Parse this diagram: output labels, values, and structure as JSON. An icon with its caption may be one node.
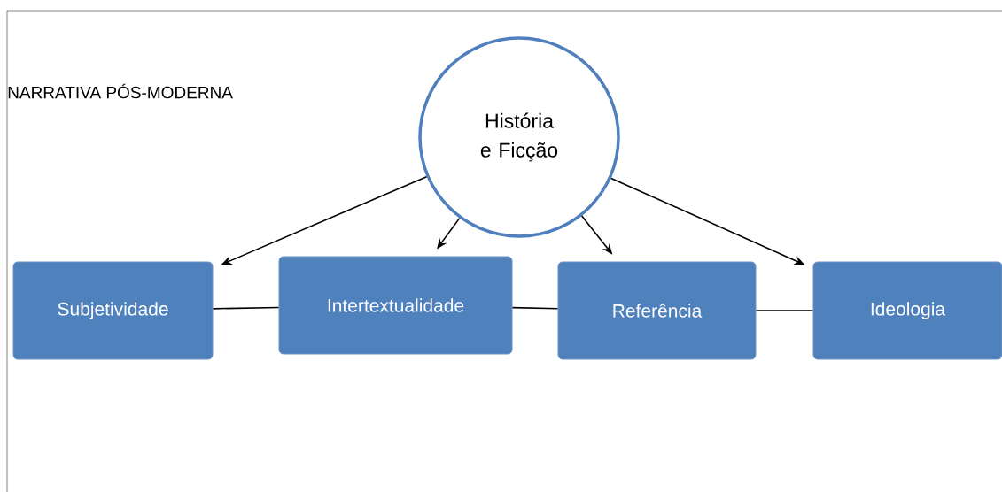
{
  "diagram": {
    "title": "NARRATIVA PÓS-MODERNA",
    "nodes": [
      {
        "text": [
          "História e Ficção"
        ]
      },
      {
        "text": [
          "Subjetividade"
        ]
      },
      {
        "text": [
          "Intertextualidade"
        ]
      },
      {
        "text": [
          "Referência"
        ]
      },
      {
        "text": [
          "Ideologia"
        ]
      }
    ],
    "edges": [
      {
        "from": 0,
        "to": 1,
        "arrow": "to"
      },
      {
        "from": 0,
        "to": 2,
        "arrow": "to"
      },
      {
        "from": 0,
        "to": 3,
        "arrow": "to"
      },
      {
        "from": 0,
        "to": 4,
        "arrow": "to"
      },
      {
        "from": 1,
        "to": 2,
        "arrow": "none"
      },
      {
        "from": 2,
        "to": 3,
        "arrow": "none"
      },
      {
        "from": 3,
        "to": 4,
        "arrow": "none"
      }
    ]
  }
}
